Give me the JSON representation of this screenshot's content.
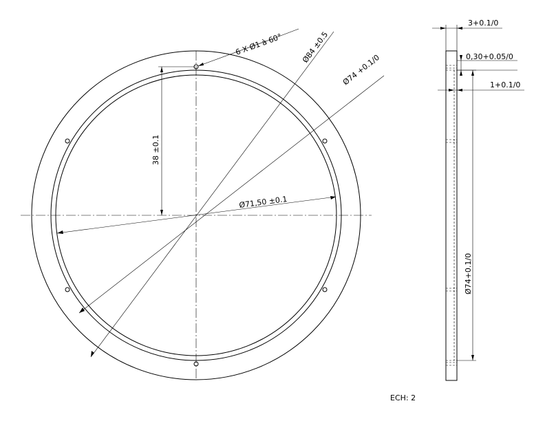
{
  "front_view": {
    "hole_note": "6 X Ø1 à 60°",
    "outer_diameter": "Ø84 ±0.5",
    "groove_diameter": "Ø74 +0.1/0",
    "inner_diameter": "Ø71,50 ±0.1",
    "hole_radius": "38 ±0.1"
  },
  "side_view": {
    "thickness": "3+0.1/0",
    "groove_depth": "0,30+0.05/0",
    "groove_width": "1+0.1/0",
    "groove_diameter": "Ø74+0.1/0"
  },
  "scale_label": "ECH: 2"
}
